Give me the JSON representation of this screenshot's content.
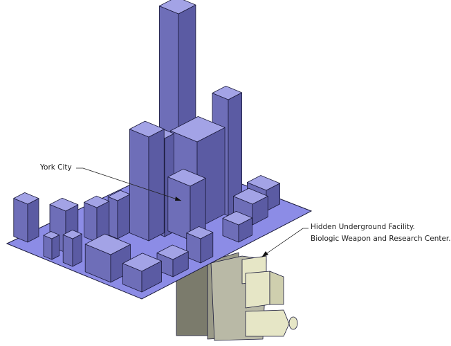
{
  "annotations": {
    "city_label": "York City",
    "facility_line1": "Hidden Underground Facility.",
    "facility_line2": "Biologic Weapon and Research Center."
  },
  "colors": {
    "plane": "#8c8ce6",
    "building_top": "#a3a3e6",
    "building_left": "#6e6eb8",
    "building_right": "#5b5ba3",
    "edge": "#1a1a3a",
    "facility_dark": "#7b7b6c",
    "facility_light": "#b9b9a6",
    "facility_cream": "#e6e6c6"
  }
}
